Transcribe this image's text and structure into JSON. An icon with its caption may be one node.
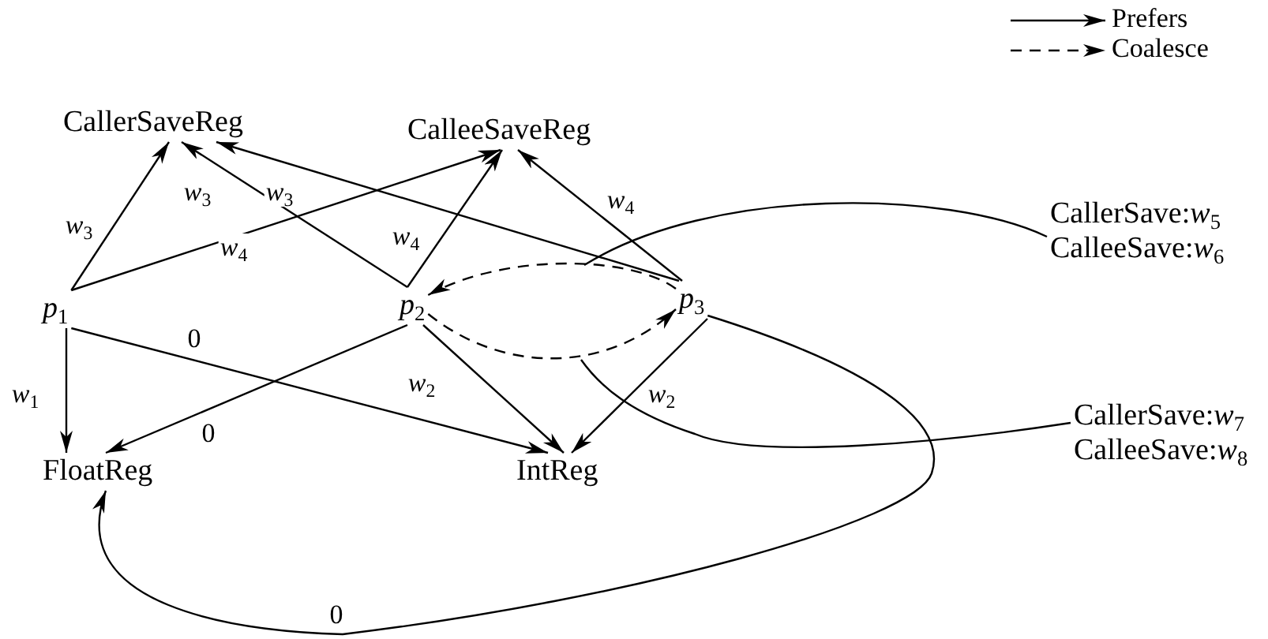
{
  "diagram": {
    "nodes": [
      {
        "text": [
          "CallerSaveReg"
        ]
      },
      {
        "text": [
          "CalleeSaveReg"
        ]
      },
      {
        "text": [
          "*p*$_{1}$"
        ]
      },
      {
        "text": [
          "*p*$_{2}$"
        ]
      },
      {
        "text": [
          "*p*$_{3}$"
        ]
      },
      {
        "text": [
          "FloatReg"
        ]
      },
      {
        "text": [
          "IntReg"
        ]
      },
      {
        "text": [
          "CallerSave:*w*$_{5}$",
          "CalleeSave:*w*$_{6}$"
        ]
      },
      {
        "text": [
          "CallerSave:*w*$_{7}$",
          "CalleeSave:*w*$_{8}$"
        ]
      }
    ],
    "edges": [
      {
        "from": 2,
        "to": 0,
        "arrow": "to",
        "label": "*w*$_{3}$"
      },
      {
        "from": 2,
        "to": 1,
        "arrow": "to",
        "label": "*w*$_{4}$"
      },
      {
        "from": 3,
        "to": 0,
        "arrow": "to",
        "label": "*w*$_{3}$"
      },
      {
        "from": 3,
        "to": 1,
        "arrow": "to",
        "label": "*w*$_{4}$"
      },
      {
        "from": 4,
        "to": 0,
        "arrow": "to",
        "label": "*w*$_{3}$"
      },
      {
        "from": 4,
        "to": 1,
        "arrow": "to",
        "label": "*w*$_{4}$"
      },
      {
        "from": 2,
        "to": 5,
        "arrow": "to",
        "label": "*w*$_{1}$"
      },
      {
        "from": 2,
        "to": 6,
        "arrow": "to",
        "label": "0"
      },
      {
        "from": 3,
        "to": 5,
        "arrow": "to",
        "label": "0"
      },
      {
        "from": 3,
        "to": 6,
        "arrow": "to",
        "label": "*w*$_{2}$"
      },
      {
        "from": 4,
        "to": 6,
        "arrow": "to",
        "label": "*w*$_{2}$"
      },
      {
        "from": 4,
        "to": 5,
        "arrow": "to",
        "label": "0"
      },
      {
        "from": 3,
        "to": 4,
        "arrow": "to",
        "style": "dashed"
      },
      {
        "from": 4,
        "to": 3,
        "arrow": "to",
        "style": "dashed"
      },
      {
        "from": 7,
        "to": null,
        "arrow": "none"
      },
      {
        "from": 8,
        "to": null,
        "arrow": "none"
      }
    ],
    "legend": [
      {
        "text": "Prefers"
      },
      {
        "text": "Coalesce"
      }
    ]
  }
}
